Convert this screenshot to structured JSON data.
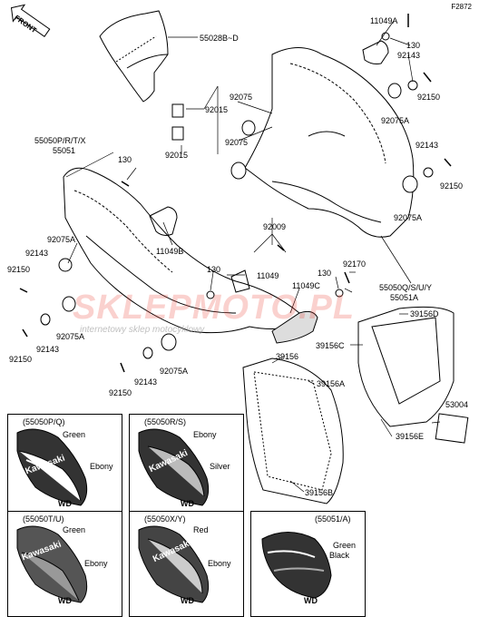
{
  "diagram_code": "F2872",
  "front_label": "FRONT",
  "watermark": {
    "brand": "SKLEPMOTO.PL",
    "tagline": "internetowy sklep motocyklowy"
  },
  "part_labels": {
    "p11049A": "11049A",
    "p130a": "130",
    "p92143a": "92143",
    "p92150a": "92150",
    "p55028": "55028B~D",
    "p92015a": "92015",
    "p92015b": "92015",
    "p92075a": "92075",
    "p92075b": "92075",
    "p92075A_r1": "92075A",
    "p92143b": "92143",
    "p92150b": "92150",
    "p92075A_r2": "92075A",
    "p55050": "55050P/R/T/X",
    "p55051": "55051",
    "p130b": "130",
    "p11049B": "11049B",
    "p92009": "92009",
    "p92075A_l": "92075A",
    "p92143c": "92143",
    "p92150c": "92150",
    "p92075A_l2": "92075A",
    "p92143d": "92143",
    "p92150d": "92150",
    "p130c": "130",
    "p11049": "11049",
    "p130d": "130",
    "p11049C": "11049C",
    "p92170": "92170",
    "p55050Q": "55050Q/S/U/Y",
    "p55051A": "55051A",
    "p92075A_b": "92075A",
    "p92143e": "92143",
    "p92150e": "92150",
    "p39156D": "39156D",
    "p39156C": "39156C",
    "p39156": "39156",
    "p39156A": "39156A",
    "p53004": "53004",
    "p39156E": "39156E",
    "p39156B": "39156B"
  },
  "color_panels": [
    {
      "title": "(55050P/Q)",
      "labels": [
        "Green",
        "Ebony"
      ],
      "footer": "WD"
    },
    {
      "title": "(55050R/S)",
      "labels": [
        "Ebony",
        "Silver"
      ],
      "footer": "WD"
    },
    {
      "title": "(55050T/U)",
      "labels": [
        "Green",
        "Ebony"
      ],
      "footer": "WD"
    },
    {
      "title": "(55050X/Y)",
      "labels": [
        "Red",
        "Ebony"
      ],
      "footer": "WD"
    },
    {
      "title": "(55051/A)",
      "labels": [
        "Green",
        "Black"
      ],
      "footer": "WD"
    }
  ],
  "fairing_logo": "Kawasaki",
  "colors": {
    "line": "#000000",
    "fill_dark": "#333333",
    "watermark": "#eb463c"
  }
}
